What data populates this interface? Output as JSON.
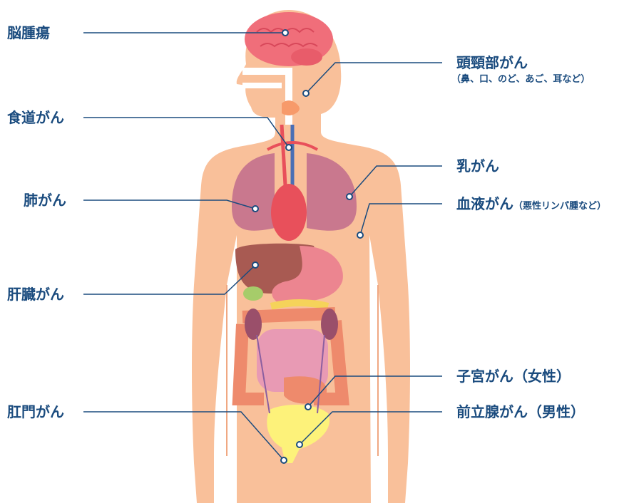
{
  "labels": {
    "brain": "脳腫瘍",
    "head_neck": "頭頸部がん",
    "head_neck_note": "（鼻、口、のど、あご、耳など）",
    "esophagus": "食道がん",
    "breast": "乳がん",
    "lung": "肺がん",
    "blood": "血液がん",
    "blood_note": "（悪性リンパ腫など）",
    "liver": "肝臓がん",
    "uterus": "子宮がん（女性）",
    "anus": "肛門がん",
    "prostate": "前立腺がん（男性）"
  },
  "colors": {
    "line": "#1a4b7e",
    "skin": "#f9c09a",
    "lung": "#c9788e",
    "heart": "#e8505b",
    "liver": "#a85a52",
    "intestine_large": "#ee8a6c",
    "intestine_small": "#e89ab4",
    "bladder": "#fdf27a",
    "brain": "#f06e7a"
  }
}
